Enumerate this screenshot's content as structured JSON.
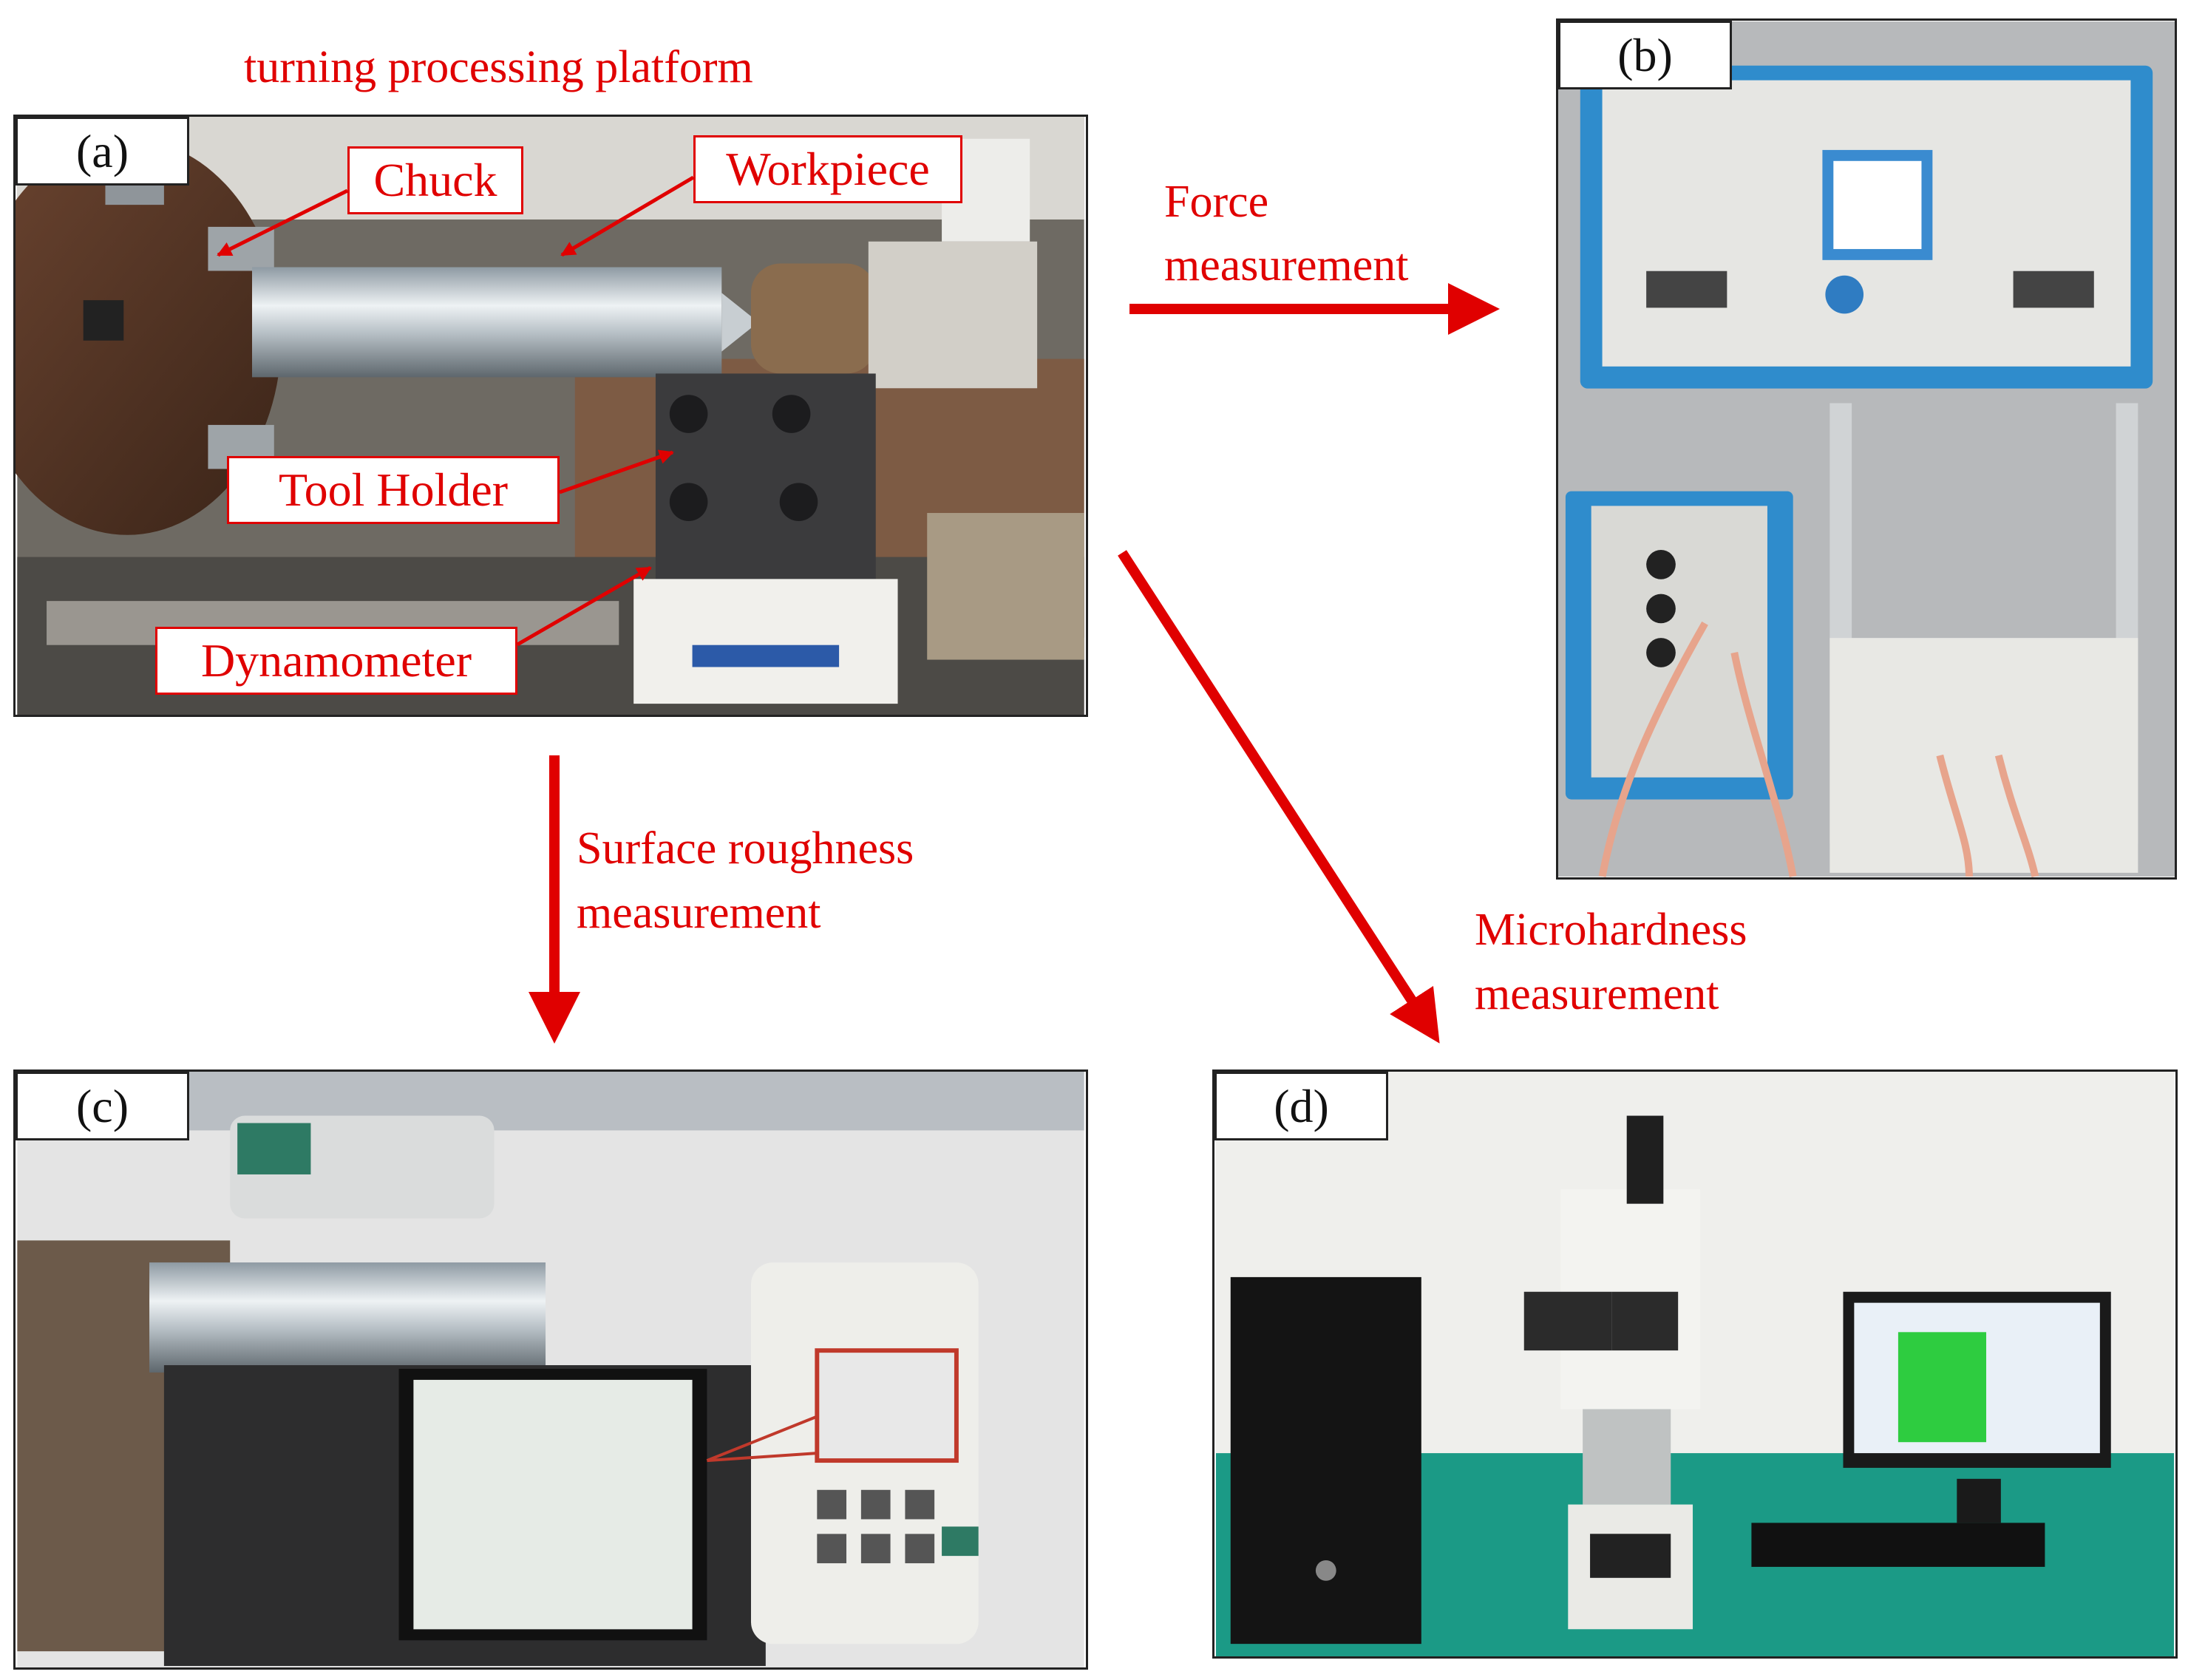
{
  "header": {
    "platform_title": "turning processing platform"
  },
  "panels": {
    "a": {
      "tag": "(a)",
      "labels": {
        "chuck": "Chuck",
        "workpiece": "Workpiece",
        "tool_holder": "Tool Holder",
        "dynamometer": "Dynamometer"
      }
    },
    "b": {
      "tag": "(b)"
    },
    "c": {
      "tag": "(c)"
    },
    "d": {
      "tag": "(d)"
    }
  },
  "flows": {
    "force": {
      "line1": "Force",
      "line2": "measurement"
    },
    "roughness": {
      "line1": "Surface roughness",
      "line2": "measurement"
    },
    "microhardness": {
      "line1": "Microhardness",
      "line2": "measurement"
    }
  },
  "colors": {
    "accent": "#e00000",
    "outline": "#222222"
  }
}
